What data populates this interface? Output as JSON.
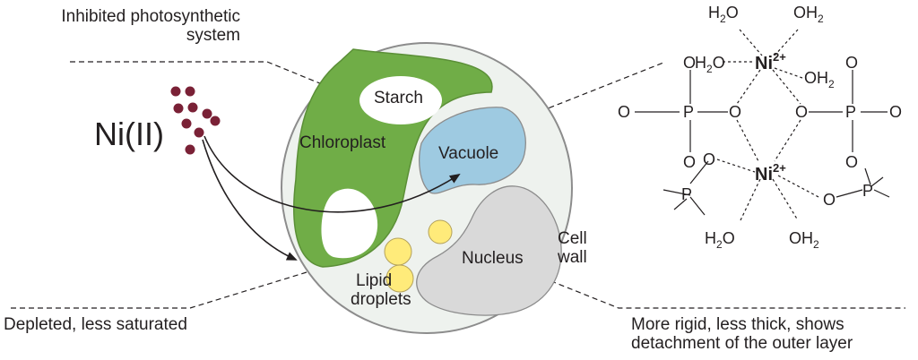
{
  "labels": {
    "inhibited_line1": "Inhibited photosynthetic",
    "inhibited_line2": "system",
    "ni_ion": "Ni(II)",
    "depleted": "Depleted, less saturated",
    "rigid_line1": "More rigid, less thick, shows",
    "rigid_line2": "detachment of the outer layer"
  },
  "cell": {
    "starch": "Starch",
    "chloroplast": "Chloroplast",
    "vacuole": "Vacuole",
    "nucleus": "Nucleus",
    "cell_wall_line1": "Cell",
    "cell_wall_line2": "wall",
    "lipid_line1": "Lipid",
    "lipid_line2": "droplets"
  },
  "structure": {
    "ni": "Ni",
    "charge": "2+",
    "h2o_h": "H",
    "h2o_o": "O",
    "oh2_o": "O",
    "oh2_h": "H",
    "sub2": "2",
    "o": "O",
    "p": "P"
  },
  "colors": {
    "chloroplast": "#70ad47",
    "vacuole": "#9ecae1",
    "nucleus": "#d9d9d9",
    "cell_interior": "#eef2ee",
    "lipid": "#ffeb7a",
    "nickel_dot": "#7a2136"
  }
}
